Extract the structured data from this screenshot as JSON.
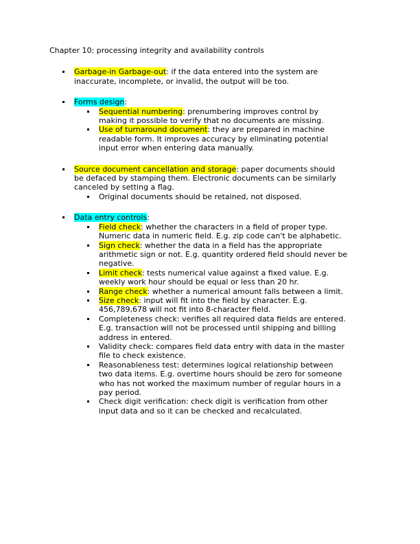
{
  "document": {
    "title": "Chapter 10: processing integrity and availability controls",
    "text_color": "#000000",
    "background": "#ffffff",
    "highlight_colors": {
      "yellow": "#ffff00",
      "cyan": "#00ffff"
    },
    "bullets": [
      {
        "level": 1,
        "gap_before": false,
        "highlight": "yellow",
        "term": "Garbage-in Garbage-out",
        "rest": ": if the data entered into the system are\ninaccurate, incomplete, or invalid, the output will be too."
      },
      {
        "level": 1,
        "gap_before": true,
        "highlight": "cyan",
        "term": "Forms design",
        "rest": ":"
      },
      {
        "level": 2,
        "gap_before": false,
        "highlight": "yellow",
        "term": "Sequential numbering",
        "rest": ": prenumbering improves control by\nmaking it possible to verify that no documents are missing."
      },
      {
        "level": 2,
        "gap_before": false,
        "highlight": "yellow",
        "term": "Use of turnaround document",
        "rest": ": they are prepared in machine\nreadable form. It improves accuracy by eliminating potential\ninput error when entering data manually."
      },
      {
        "level": 1,
        "gap_before": true,
        "highlight": "yellow",
        "term": "Source document cancellation and storage",
        "rest": ": paper documents should\nbe defaced by stamping them. Electronic documents can be similarly\ncanceled by setting a flag."
      },
      {
        "level": 2,
        "gap_before": false,
        "highlight": "none",
        "term": "",
        "rest": "Original documents should be retained, not disposed."
      },
      {
        "level": 1,
        "gap_before": true,
        "highlight": "cyan",
        "term": "Data entry controls",
        "rest": ":"
      },
      {
        "level": 2,
        "gap_before": false,
        "highlight": "yellow",
        "term": "Field check",
        "rest": ": whether the characters in a field of proper type.\nNumeric data in numeric field. E.g. zip code can't be alphabetic."
      },
      {
        "level": 2,
        "gap_before": false,
        "highlight": "yellow",
        "term": "Sign check",
        "rest": ": whether the data in a field has the appropriate\narithmetic sign or not. E.g. quantity ordered field should never be\nnegative."
      },
      {
        "level": 2,
        "gap_before": false,
        "highlight": "yellow",
        "term": "Limit check",
        "rest": ": tests numerical value against a fixed value. E.g.\nweekly work hour should be equal or less than 20 hr."
      },
      {
        "level": 2,
        "gap_before": false,
        "highlight": "yellow",
        "term": "Range check",
        "rest": ": whether a numerical amount falls between a limit."
      },
      {
        "level": 2,
        "gap_before": false,
        "highlight": "yellow",
        "term": "Size check",
        "rest": ": input will fit into the field by character. E.g.\n456,789,678 will not fit into 8-character field."
      },
      {
        "level": 2,
        "gap_before": false,
        "highlight": "none",
        "term": "",
        "rest": "Completeness check: verifies all required data fields are entered.\nE.g. transaction will not be processed until shipping and billing\naddress in entered."
      },
      {
        "level": 2,
        "gap_before": false,
        "highlight": "none",
        "term": "",
        "rest": "Validity check: compares field data entry with data in the master\nfile to check existence."
      },
      {
        "level": 2,
        "gap_before": false,
        "highlight": "none",
        "term": "",
        "rest": "Reasonableness test: determines logical relationship between\ntwo data items. E.g. overtime hours should be zero for someone\nwho has not worked the maximum number of regular hours in a\npay period."
      },
      {
        "level": 2,
        "gap_before": false,
        "highlight": "none",
        "term": "",
        "rest": "Check digit verification: check digit is verification from other\ninput data and so it can be checked and recalculated."
      }
    ]
  }
}
